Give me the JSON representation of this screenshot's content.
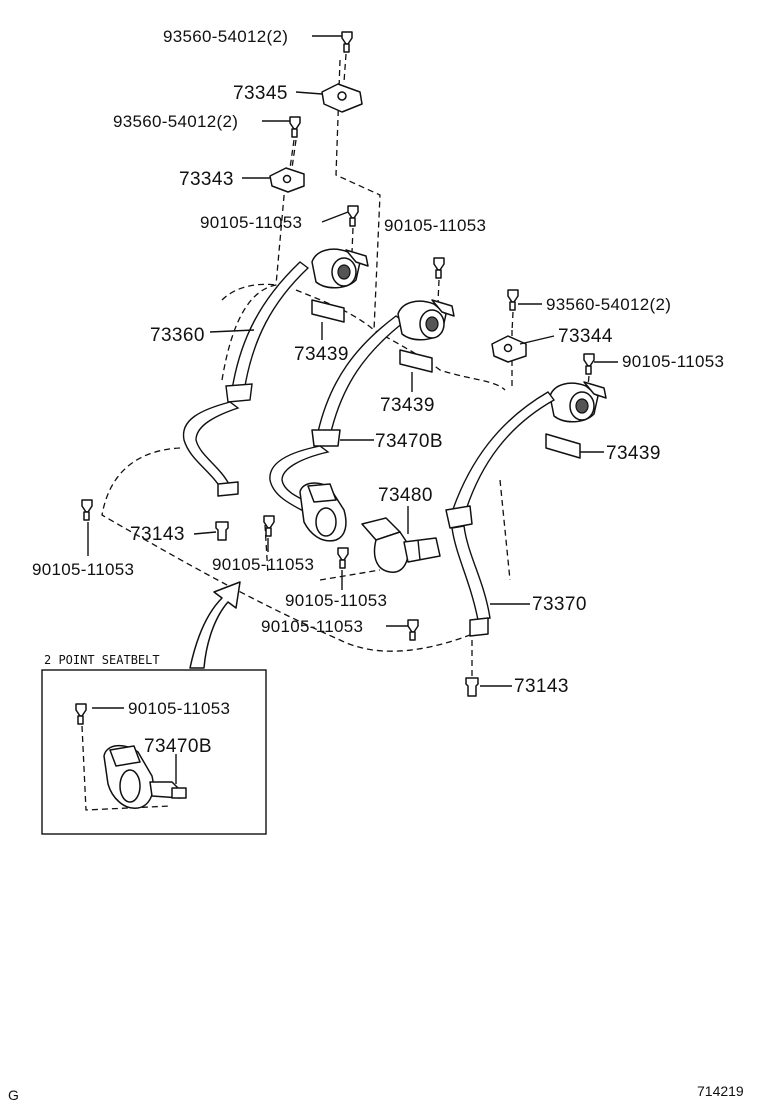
{
  "labels": {
    "bolt_93560_top": "93560-54012(2)",
    "anchor_73345": "73345",
    "bolt_93560_mid": "93560-54012(2)",
    "anchor_73343": "73343",
    "bolt_90105_a": "90105-11053",
    "bolt_90105_b": "90105-11053",
    "bolt_93560_right": "93560-54012(2)",
    "anchor_73344": "73344",
    "bolt_90105_c": "90105-11053",
    "belt_73360": "73360",
    "pad_73439_a": "73439",
    "pad_73439_b": "73439",
    "pad_73439_c": "73439",
    "buckle_73470b": "73470B",
    "buckle_73480": "73480",
    "stud_73143_left": "73143",
    "bolt_90105_left": "90105-11053",
    "bolt_90105_d": "90105-11053",
    "bolt_90105_e": "90105-11053",
    "bolt_90105_f": "90105-11053",
    "belt_73370": "73370",
    "stud_73143_right": "73143"
  },
  "inset": {
    "title": "2 POINT SEATBELT",
    "bolt_label": "90105-11053",
    "buckle_label": "73470B"
  },
  "footer": {
    "left_code": "G",
    "figure_number": "714219"
  }
}
